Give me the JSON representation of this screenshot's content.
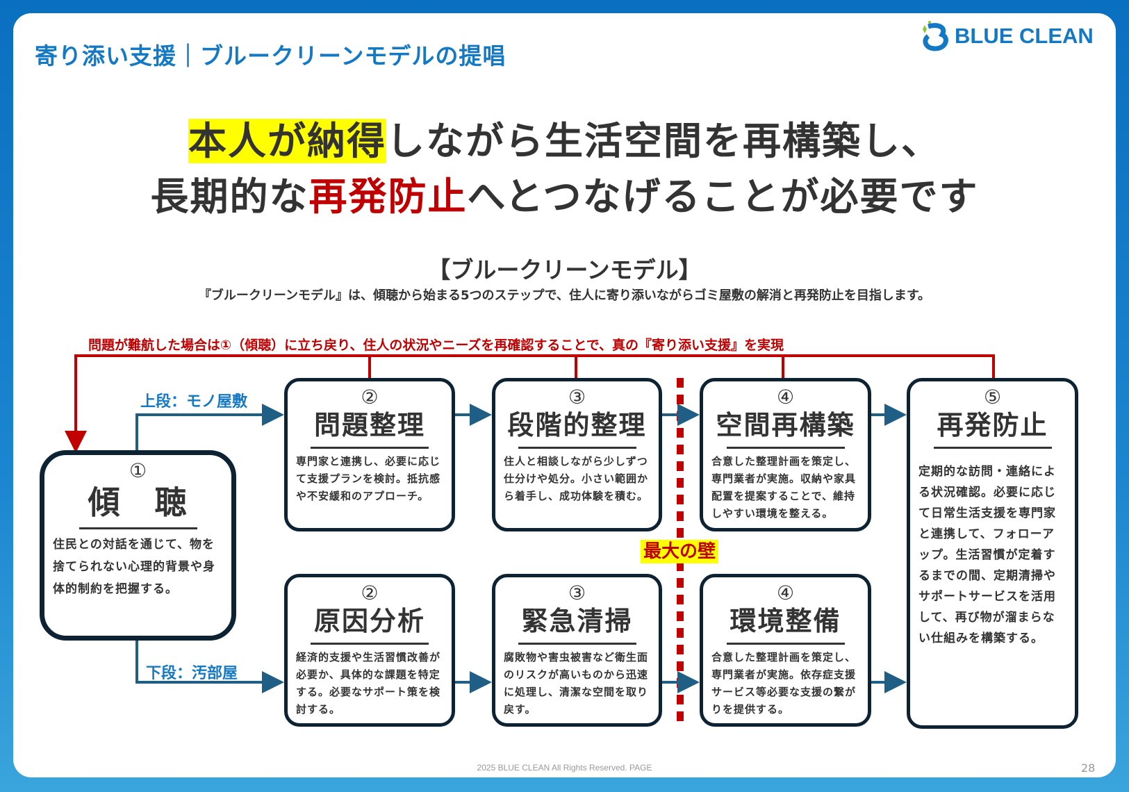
{
  "header": {
    "title": "寄り添い支援｜ブルークリーンモデルの提唱",
    "logo_text": "BLUE CLEAN"
  },
  "headline": {
    "line1_highlight": "本人が納得",
    "line1_rest": "しながら生活空間を再構築し、",
    "line2_pre": "長期的な",
    "line2_red": "再発防止",
    "line2_post": "へとつなげることが必要です"
  },
  "model": {
    "title": "【ブルークリーンモデル】",
    "subtitle": "『ブルークリーンモデル』は、傾聴から始まる5つのステップで、住人に寄り添いながらゴミ屋敷の解消と再発防止を目指します。",
    "loop_text": "問題が難航した場合は①（傾聴）に立ち戻り、住人の状況やニーズを再確認することで、真の『寄り添い支援』を実現"
  },
  "labels": {
    "upper": "上段：モノ屋敷",
    "lower": "下段：汚部屋",
    "wall": "最大の壁"
  },
  "steps": {
    "s1": {
      "num": "①",
      "title": "傾　聴",
      "desc": "住民との対話を通じて、物を捨てられない心理的背景や身体的制約を把握する。"
    },
    "s2a": {
      "num": "②",
      "title": "問題整理",
      "desc": "専門家と連携し、必要に応じて支援プランを検討。抵抗感や不安緩和のアプローチ。"
    },
    "s3a": {
      "num": "③",
      "title": "段階的整理",
      "desc": "住人と相談しながら少しずつ仕分けや処分。小さい範囲から着手し、成功体験を積む。"
    },
    "s4a": {
      "num": "④",
      "title": "空間再構築",
      "desc": "合意した整理計画を策定し、専門業者が実施。収納や家具配置を提案することで、維持しやすい環境を整える。"
    },
    "s2b": {
      "num": "②",
      "title": "原因分析",
      "desc": "経済的支援や生活習慣改善が必要か、具体的な課題を特定する。必要なサポート策を検討する。"
    },
    "s3b": {
      "num": "③",
      "title": "緊急清掃",
      "desc": "腐敗物や害虫被害など衛生面のリスクが高いものから迅速に処理し、清潔な空間を取り戻す。"
    },
    "s4b": {
      "num": "④",
      "title": "環境整備",
      "desc": "合意した整理計画を策定し、専門業者が実施。依存症支援サービス等必要な支援の繋がりを提供する。"
    },
    "s5": {
      "num": "⑤",
      "title": "再発防止",
      "desc": "定期的な訪問・連絡による状況確認。必要に応じて日常生活支援を専門家と連携して、フォローアップ。生活習慣が定着するまでの間、定期清掃やサポートサービスを活用して、再び物が溜まらない仕組みを構築する。"
    }
  },
  "footer": {
    "copyright": "2025 BLUE CLEAN All Rights Reserved.  PAGE",
    "page": "28"
  },
  "colors": {
    "brand": "#1479c4",
    "red": "#c00000",
    "highlight": "#ffff00",
    "box_border": "#0d2233",
    "connector": "#1f5f85"
  }
}
